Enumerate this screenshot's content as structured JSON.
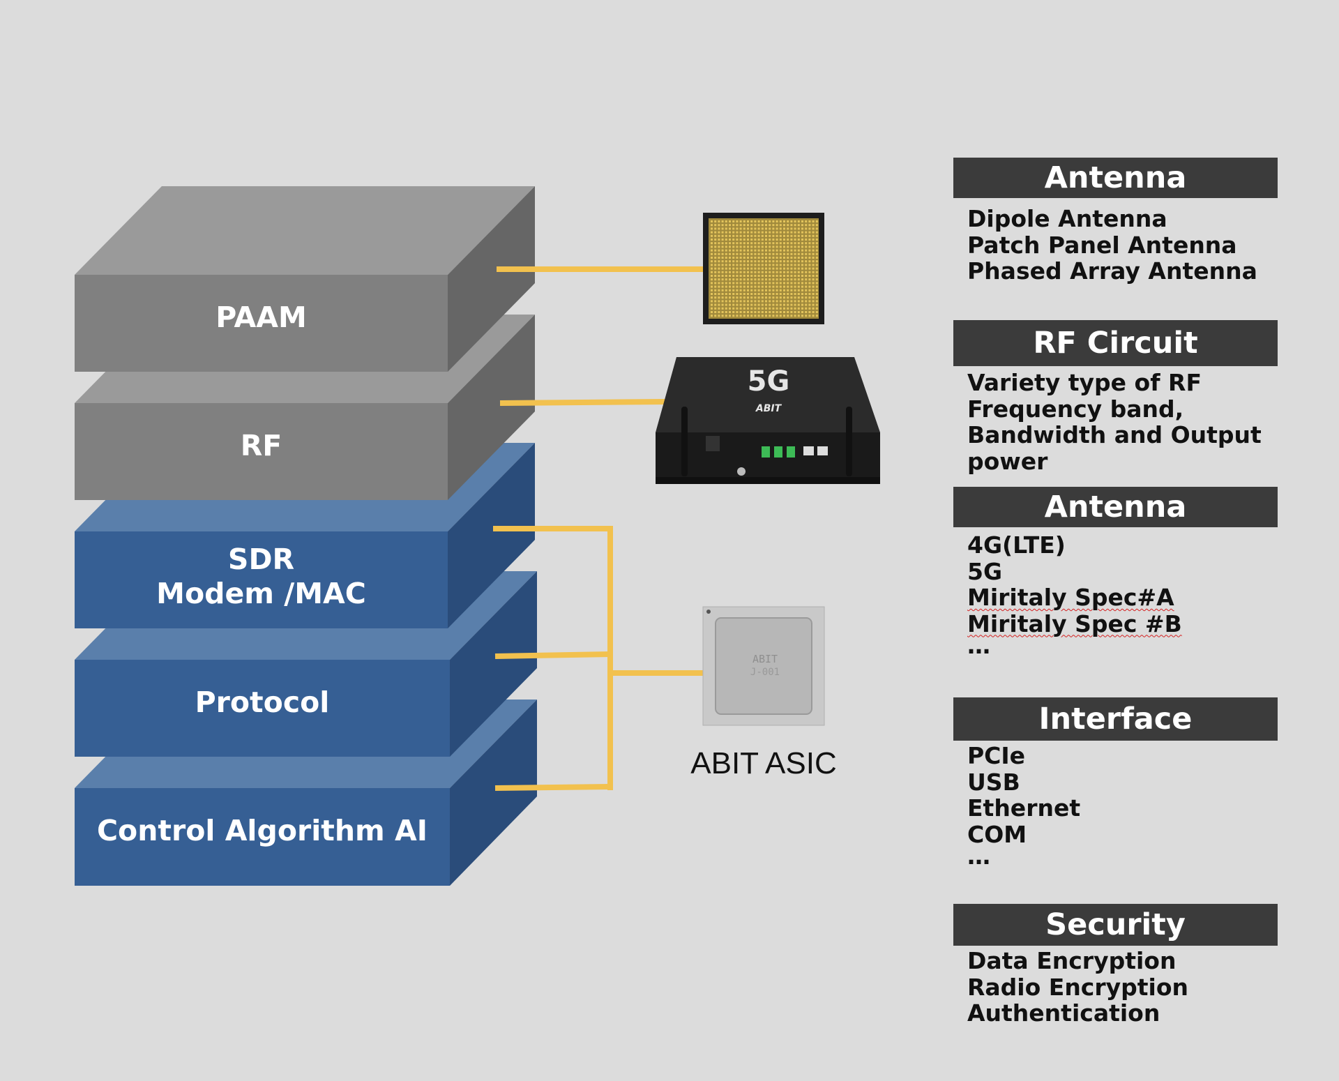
{
  "layers": [
    {
      "label": "PAAM"
    },
    {
      "label": "RF"
    },
    {
      "label": "SDR\nModem /MAC"
    },
    {
      "label": "Protocol"
    },
    {
      "label": "Control Algorithm AI"
    }
  ],
  "devices": {
    "router": {
      "badge": "5G",
      "brand": "ABIT"
    },
    "asic": {
      "chip_line1": "ABIT",
      "chip_line2": "J-001",
      "caption": "ABIT ASIC"
    }
  },
  "sections": [
    {
      "title": "Antenna",
      "items": [
        "Dipole Antenna",
        "Patch Panel Antenna",
        "Phased Array Antenna"
      ]
    },
    {
      "title": "RF Circuit",
      "items": [
        "Variety type of RF",
        "Frequency band,",
        "Bandwidth and Output",
        "power"
      ]
    },
    {
      "title": "Antenna",
      "items": [
        "4G(LTE)",
        "5G",
        "Miritaly Spec#A",
        "Miritaly Spec #B",
        "…"
      ]
    },
    {
      "title": "Interface",
      "items": [
        "PCIe",
        "USB",
        "Ethernet",
        "COM",
        "…"
      ]
    },
    {
      "title": "Security",
      "items": [
        "Data Encryption",
        "Radio Encryption",
        "Authentication"
      ]
    }
  ],
  "colors": {
    "background": "#dcdcdc",
    "gray_front": "#808080",
    "gray_top": "#9a9a9a",
    "gray_side": "#666666",
    "blue_front": "#365f94",
    "blue_top": "#5a7fab",
    "blue_side": "#2a4c7a",
    "connector": "#f2c14e",
    "header_bg": "#3b3b3b"
  }
}
